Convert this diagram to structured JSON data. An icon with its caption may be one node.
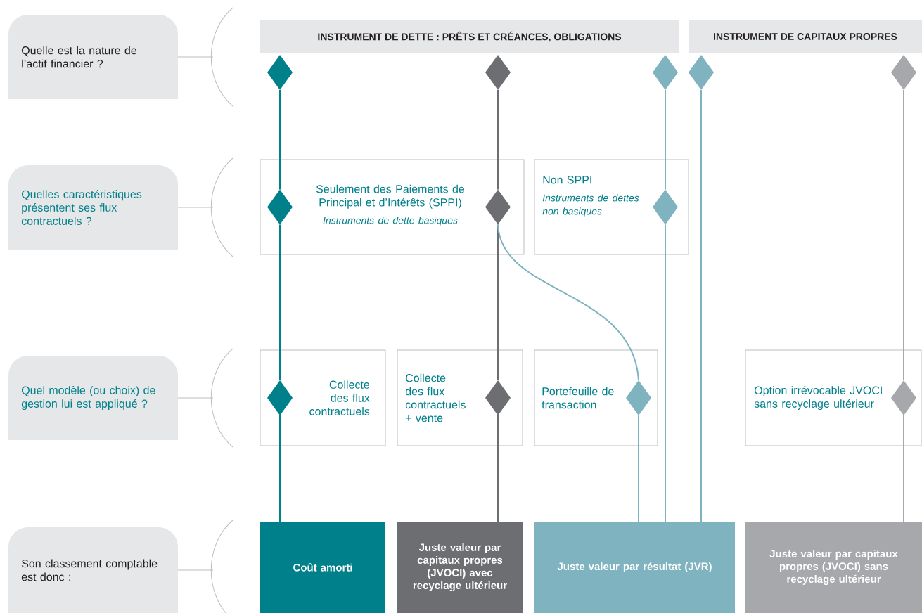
{
  "diagram": {
    "nodes": [
      {
        "text": [
          "Quelle est la nature de l’actif financier ?"
        ]
      },
      {
        "text": [
          "Quelles caractéristiques présentent ses flux contractuels ?"
        ]
      },
      {
        "text": [
          "Quel modèle (ou choix) de gestion lui est appliqué ?"
        ]
      },
      {
        "text": [
          "Son classement comptable est donc :"
        ]
      },
      {
        "text": [
          "INSTRUMENT DE DETTE : PRÊTS ET CRÉANCES, OBLIGATIONS"
        ]
      },
      {
        "text": [
          "INSTRUMENT DE CAPITAUX PROPRES"
        ]
      },
      {
        "text": [
          "Seulement des Paiements de Principal et d’Intérêts (SPPI)",
          "Instruments de dette basiques"
        ]
      },
      {
        "text": [
          "Non SPPI",
          "Instruments de dettes non basiques"
        ]
      },
      {
        "text": [
          "Collecte des flux contractuels"
        ]
      },
      {
        "text": [
          "Collecte des flux contractuels + vente"
        ]
      },
      {
        "text": [
          "Portefeuille de transaction"
        ]
      },
      {
        "text": [
          "Option irrévocable JVOCI sans recyclage ultérieur"
        ]
      },
      {
        "text": [
          "Coût amorti"
        ]
      },
      {
        "text": [
          "Juste valeur par capitaux propres (JVOCI) avec recyclage ultérieur"
        ]
      },
      {
        "text": [
          "Juste valeur par résultat (JVR)"
        ]
      },
      {
        "text": [
          "Juste valeur par capitaux propres (JVOCI) sans recyclage ultérieur"
        ]
      },
      {
        "text": [],
        "shape": "diamond"
      },
      {
        "text": [],
        "shape": "diamond"
      },
      {
        "text": [],
        "shape": "diamond"
      },
      {
        "text": [],
        "shape": "diamond"
      },
      {
        "text": [],
        "shape": "diamond"
      },
      {
        "text": [],
        "shape": "diamond",
        "in": 6
      },
      {
        "text": [],
        "shape": "diamond",
        "in": 6
      },
      {
        "text": [],
        "shape": "diamond",
        "in": 7
      },
      {
        "text": [],
        "shape": "diamond",
        "in": 8
      },
      {
        "text": [],
        "shape": "diamond",
        "in": 9
      },
      {
        "text": [],
        "shape": "diamond",
        "in": 10
      },
      {
        "text": [],
        "shape": "diamond",
        "in": 11
      }
    ],
    "edges": [
      {
        "from": 16,
        "to": 21,
        "arrow": "none",
        "color": "#00808b"
      },
      {
        "from": 21,
        "to": 24,
        "arrow": "none",
        "color": "#00808b"
      },
      {
        "from": 24,
        "to": 12,
        "arrow": "none",
        "color": "#00808b"
      },
      {
        "from": 17,
        "to": 22,
        "arrow": "none",
        "color": "#6d6e71"
      },
      {
        "from": 22,
        "to": 25,
        "arrow": "none",
        "color": "#6d6e71"
      },
      {
        "from": 25,
        "to": 13,
        "arrow": "none",
        "color": "#6d6e71"
      },
      {
        "from": 22,
        "to": 26,
        "arrow": "none"
      },
      {
        "from": 26,
        "to": 14,
        "arrow": "none"
      },
      {
        "from": 18,
        "to": 23,
        "arrow": "none"
      },
      {
        "from": 23,
        "to": 14,
        "arrow": "none"
      },
      {
        "from": 19,
        "to": 14,
        "arrow": "none"
      },
      {
        "from": 20,
        "to": 27,
        "arrow": "none",
        "color": "#a7a8ab"
      },
      {
        "from": 27,
        "to": 15,
        "arrow": "none",
        "color": "#a7a8ab"
      }
    ]
  }
}
